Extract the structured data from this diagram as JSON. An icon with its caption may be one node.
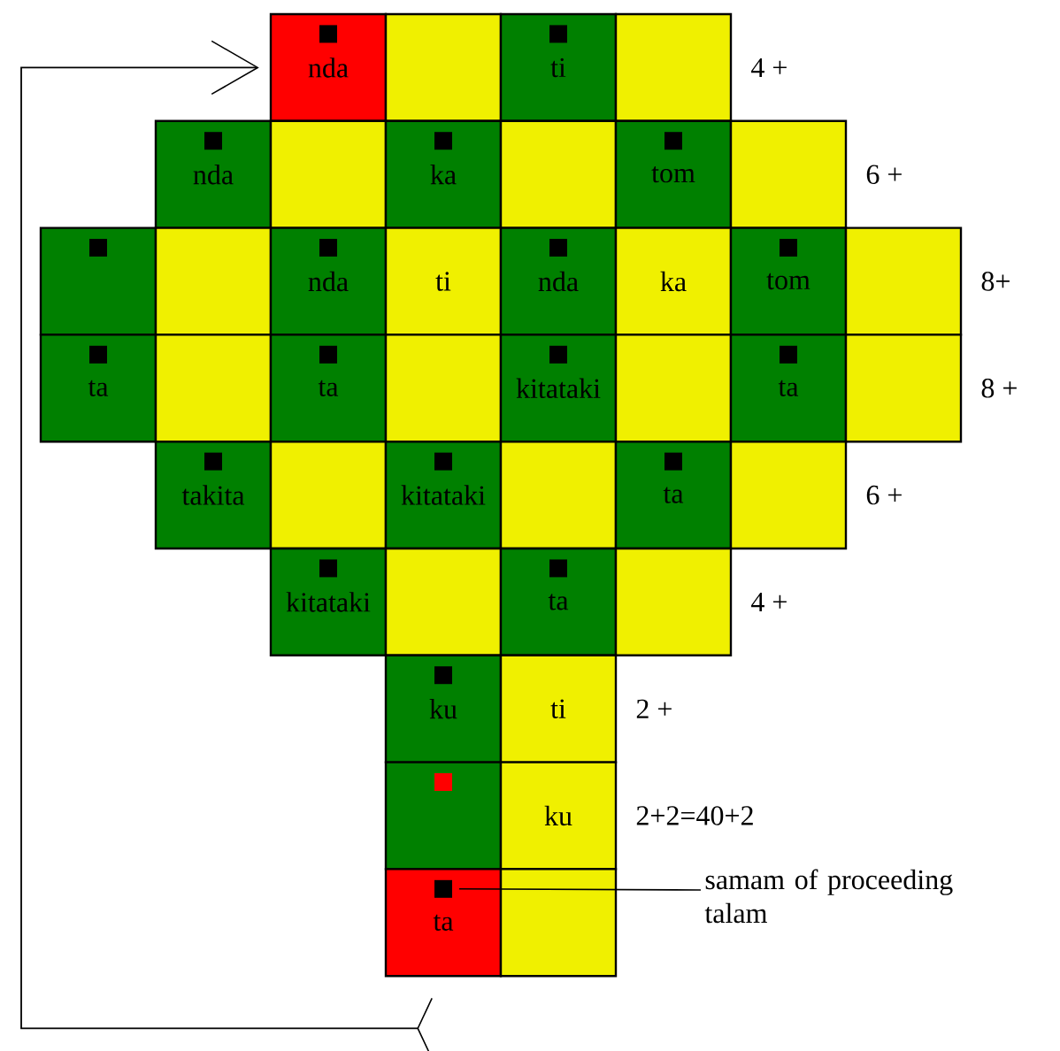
{
  "diagram": {
    "nodes": [
      {
        "text": [
          "nda"
        ]
      },
      {
        "text": [],
        "shape": "box"
      },
      {
        "text": [
          "ti"
        ]
      },
      {
        "text": [],
        "shape": "box"
      },
      {
        "text": [
          "nda"
        ]
      },
      {
        "text": [],
        "shape": "box"
      },
      {
        "text": [
          "ka"
        ]
      },
      {
        "text": [],
        "shape": "box"
      },
      {
        "text": [
          "tom"
        ]
      },
      {
        "text": [],
        "shape": "box"
      },
      {
        "text": [],
        "shape": "box"
      },
      {
        "text": [],
        "shape": "box"
      },
      {
        "text": [
          "nda"
        ]
      },
      {
        "text": [
          "ti"
        ]
      },
      {
        "text": [
          "nda"
        ]
      },
      {
        "text": [
          "ka"
        ]
      },
      {
        "text": [
          "tom"
        ]
      },
      {
        "text": [],
        "shape": "box"
      },
      {
        "text": [
          "ta"
        ]
      },
      {
        "text": [],
        "shape": "box"
      },
      {
        "text": [
          "ta"
        ]
      },
      {
        "text": [],
        "shape": "box"
      },
      {
        "text": [
          "kitataki"
        ]
      },
      {
        "text": [],
        "shape": "box"
      },
      {
        "text": [
          "ta"
        ]
      },
      {
        "text": [],
        "shape": "box"
      },
      {
        "text": [
          "takita"
        ]
      },
      {
        "text": [],
        "shape": "box"
      },
      {
        "text": [
          "kitataki"
        ]
      },
      {
        "text": [],
        "shape": "box"
      },
      {
        "text": [
          "ta"
        ]
      },
      {
        "text": [],
        "shape": "box"
      },
      {
        "text": [
          "kitataki"
        ]
      },
      {
        "text": [],
        "shape": "box"
      },
      {
        "text": [
          "ta"
        ]
      },
      {
        "text": [],
        "shape": "box"
      },
      {
        "text": [
          "ku"
        ]
      },
      {
        "text": [
          "ti"
        ]
      },
      {
        "text": [],
        "shape": "box"
      },
      {
        "text": [
          "ku"
        ]
      },
      {
        "text": [
          "ta"
        ]
      },
      {
        "text": [],
        "shape": "box"
      },
      {
        "text": [
          "samam of proceeding talam"
        ]
      }
    ],
    "edges": [
      {
        "from": 40,
        "to": 0,
        "arrow": "to"
      },
      {
        "from": 42,
        "to": 40,
        "arrow": "none"
      }
    ],
    "labels": [
      "4 +",
      "6 +",
      "8+",
      "8 +",
      "6 +",
      "4 +",
      "2 +",
      "2+2=40+2"
    ]
  }
}
